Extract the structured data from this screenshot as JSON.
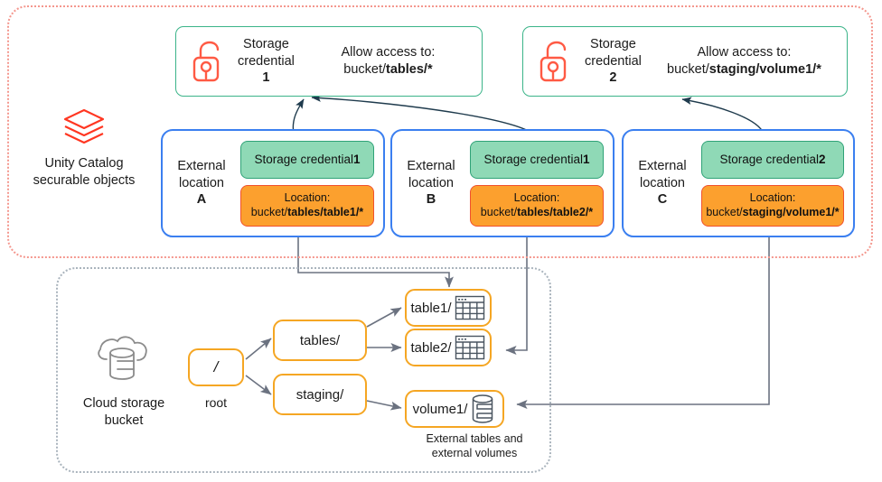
{
  "regions": {
    "unity_catalog": {
      "label_line1": "Unity Catalog",
      "label_line2": "securable objects",
      "icon": "databricks-logo-icon",
      "border_color": "#f4978e"
    },
    "cloud_bucket": {
      "label_line1": "Cloud storage",
      "label_line2": "bucket",
      "icon": "cloud-database-icon",
      "border_color": "#aab4bd"
    }
  },
  "credentials": [
    {
      "icon": "unlocked-padlock-icon",
      "title_line1": "Storage",
      "title_line2": "credential",
      "number": "1",
      "allow_label": "Allow access to:",
      "allow_prefix": "bucket/",
      "allow_path": "tables/*"
    },
    {
      "icon": "unlocked-padlock-icon",
      "title_line1": "Storage",
      "title_line2": "credential",
      "number": "2",
      "allow_label": "Allow access to:",
      "allow_prefix": "bucket/",
      "allow_path": "staging/volume1/*"
    }
  ],
  "external_locations": [
    {
      "name_line1": "External",
      "name_line2": "location",
      "letter": "A",
      "credential_prefix": "Storage credential ",
      "credential_number": "1",
      "location_label": "Location:",
      "location_prefix": "bucket/",
      "location_path": "tables/table1/*"
    },
    {
      "name_line1": "External",
      "name_line2": "location",
      "letter": "B",
      "credential_prefix": "Storage credential ",
      "credential_number": "1",
      "location_label": "Location:",
      "location_prefix": "bucket/",
      "location_path": "tables/table2/*"
    },
    {
      "name_line1": "External",
      "name_line2": "location",
      "letter": "C",
      "credential_prefix": "Storage credential ",
      "credential_number": "2",
      "location_label": "Location:",
      "location_prefix": "bucket/",
      "location_path": "staging/volume1/*"
    }
  ],
  "bucket_tree": {
    "root": {
      "label": "/",
      "sublabel": "root"
    },
    "folders": [
      {
        "label": "tables/"
      },
      {
        "label": "staging/"
      }
    ],
    "leaves": [
      {
        "label": "table1/",
        "icon": "table-grid-icon"
      },
      {
        "label": "table2/",
        "icon": "table-grid-icon"
      },
      {
        "label": "volume1/",
        "icon": "volume-cylinder-icon"
      }
    ],
    "caption_line1": "External tables and",
    "caption_line2": "external volumes"
  },
  "colors": {
    "credential_border": "#3bb489",
    "location_border": "#3b7ff0",
    "chip_green_fill": "#8fd9b6",
    "chip_orange_fill": "#fca02e",
    "node_border": "#f5a623",
    "connector": "#6b7280",
    "arrow_dark": "#1f3b4d",
    "brand_red": "#ff3621"
  }
}
